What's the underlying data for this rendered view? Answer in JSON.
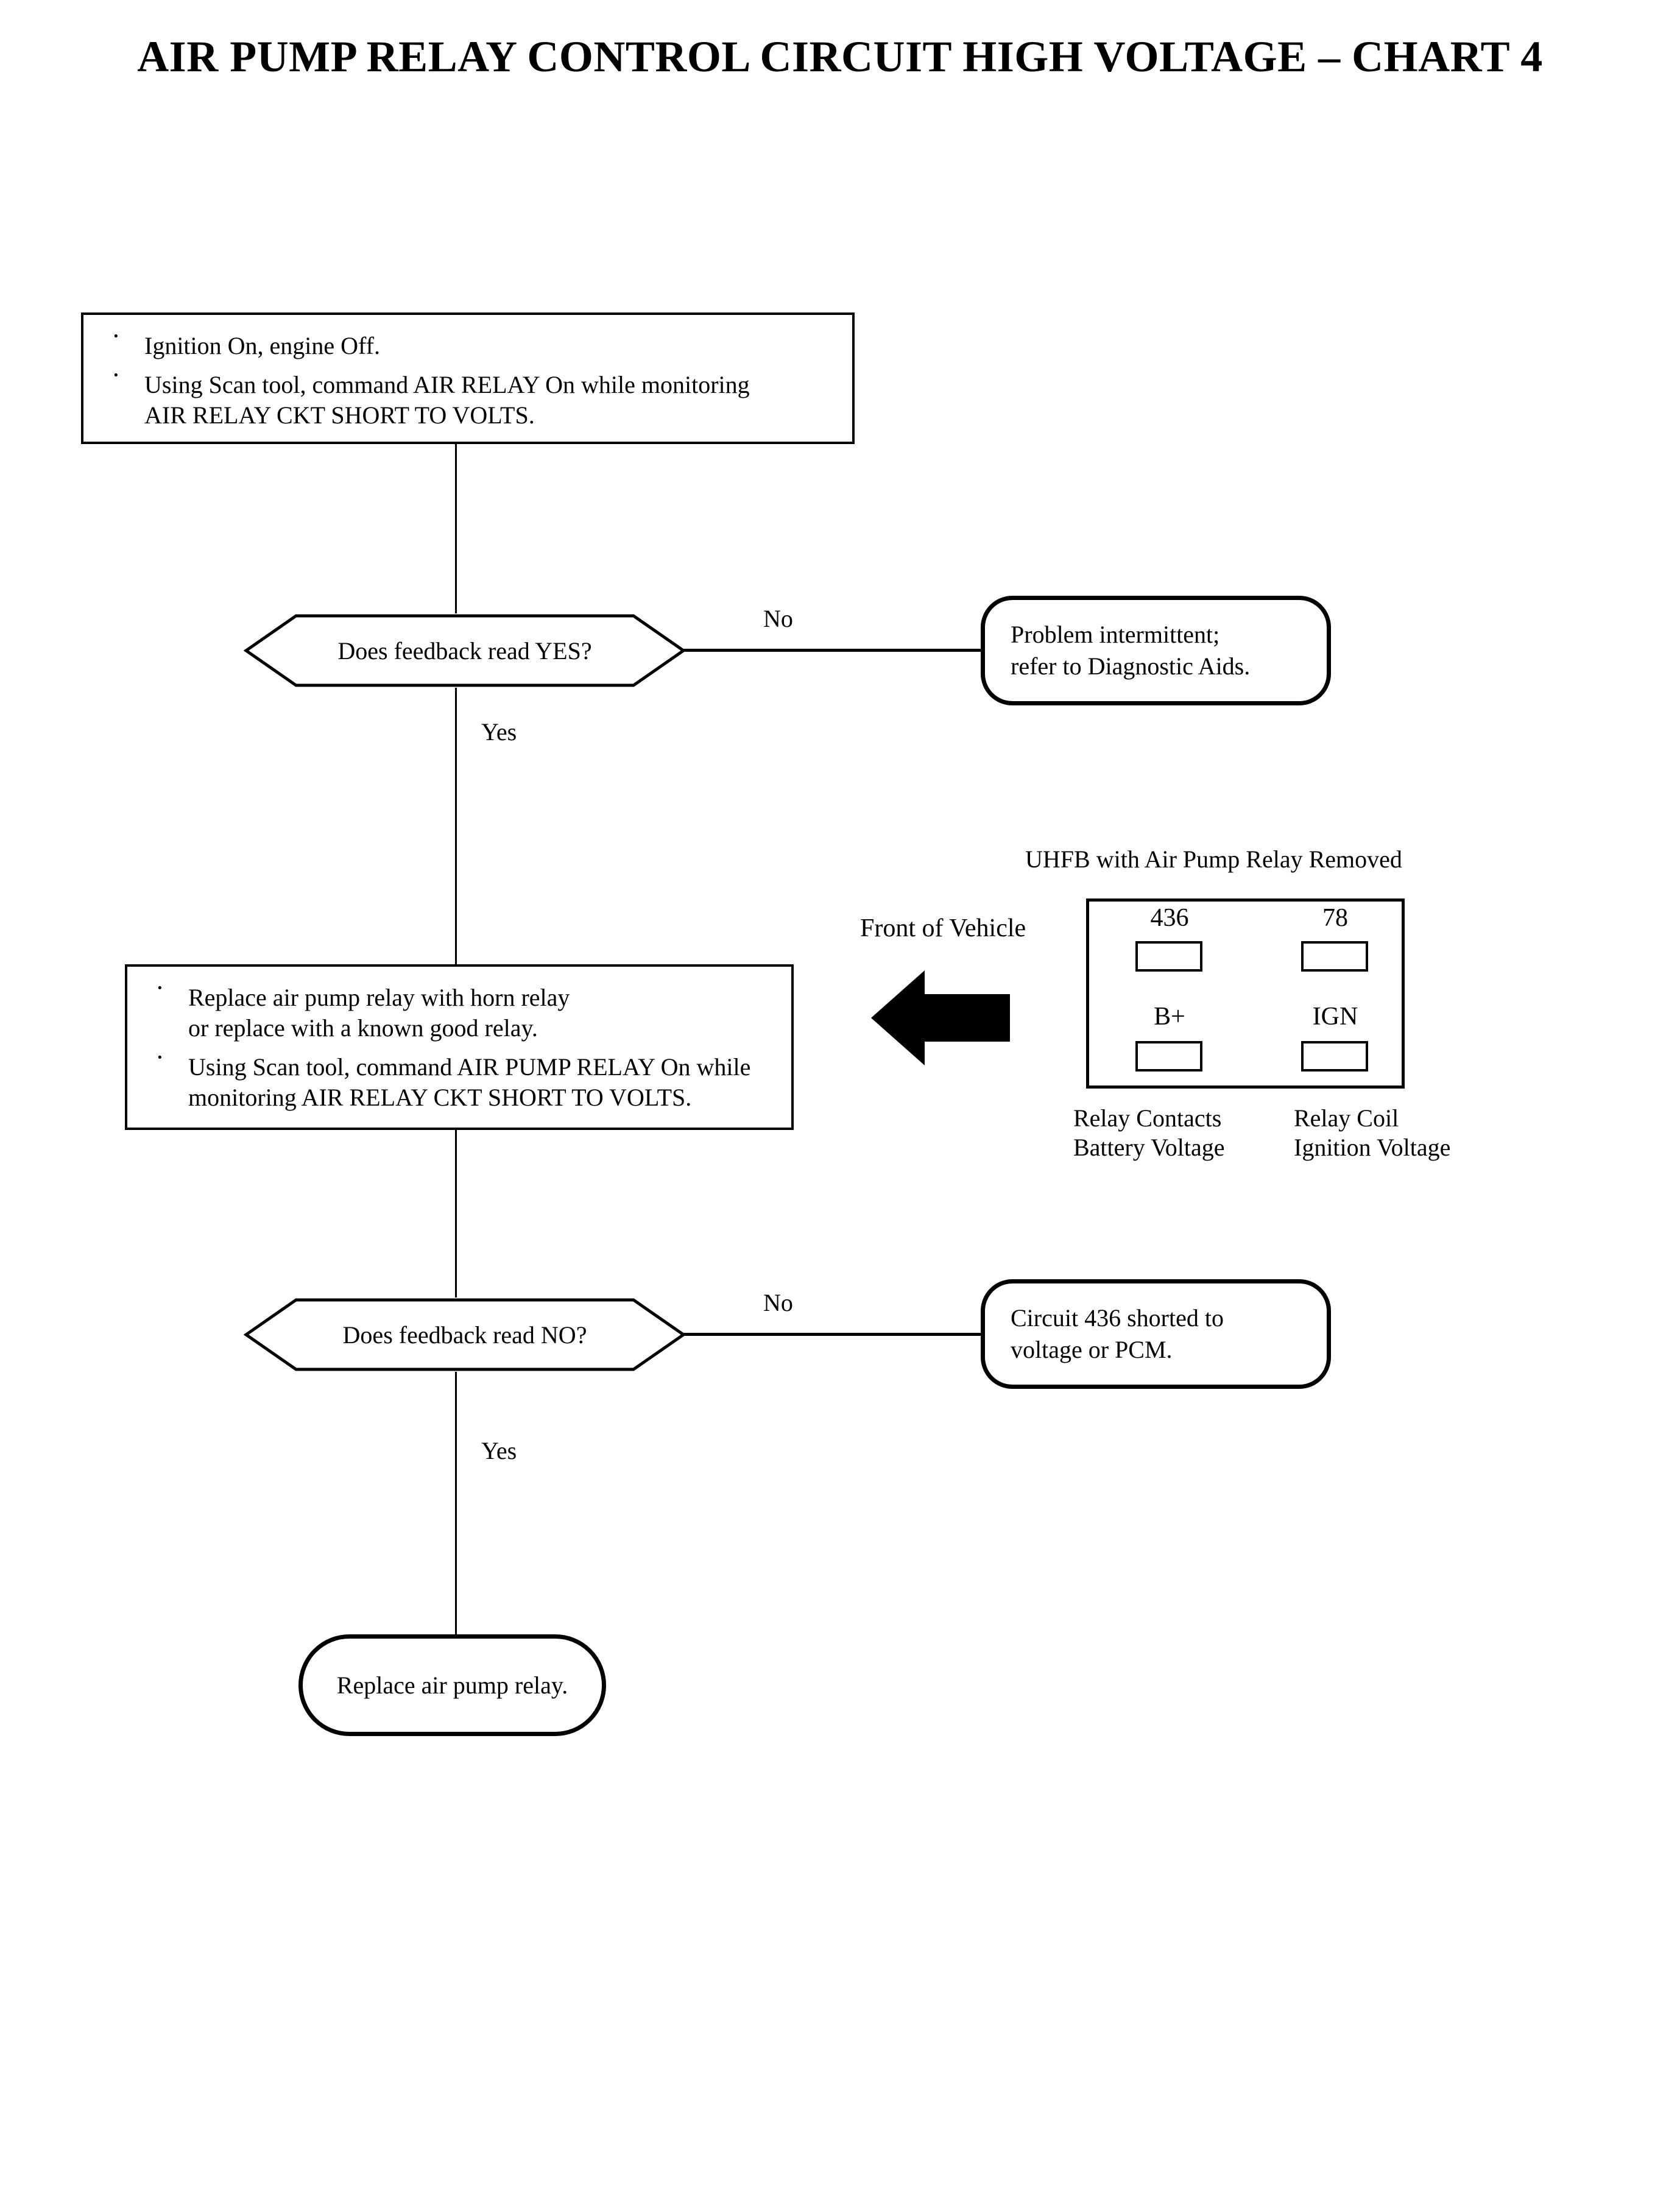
{
  "title": "AIR PUMP RELAY CONTROL CIRCUIT HIGH VOLTAGE – CHART 4",
  "steps": {
    "step1": {
      "bullet1": "Ignition On, engine Off.",
      "bullet2_line1": "Using Scan tool, command AIR RELAY On while monitoring",
      "bullet2_line2": "AIR RELAY CKT SHORT TO VOLTS."
    },
    "step2": {
      "bullet1_line1": "Replace air pump relay with horn relay",
      "bullet1_line2": "or replace with a known good relay.",
      "bullet2_line1": "Using Scan tool, command AIR PUMP RELAY On while",
      "bullet2_line2": "monitoring AIR RELAY CKT SHORT TO VOLTS."
    }
  },
  "decisions": {
    "decision1": {
      "question": "Does feedback read YES?",
      "no_label": "No",
      "yes_label": "Yes"
    },
    "decision2": {
      "question": "Does feedback read NO?",
      "no_label": "No",
      "yes_label": "Yes"
    }
  },
  "terminals": {
    "intermittent": {
      "line1": "Problem intermittent;",
      "line2": "refer to Diagnostic Aids."
    },
    "shorted": {
      "line1": "Circuit 436 shorted to",
      "line2": "voltage or PCM."
    },
    "replace_relay": {
      "line1": "Replace air pump relay."
    }
  },
  "uhfb": {
    "caption": "UHFB with Air Pump Relay Removed",
    "front_of_vehicle": "Front of Vehicle",
    "terminals": [
      {
        "name": "436",
        "position": "top-left"
      },
      {
        "name": "78",
        "position": "top-right"
      },
      {
        "name": "B+",
        "position": "bottom-left"
      },
      {
        "name": "IGN",
        "position": "bottom-right"
      }
    ],
    "footer_left_line1": "Relay Contacts",
    "footer_left_line2": "Battery Voltage",
    "footer_right_line1": "Relay Coil",
    "footer_right_line2": "Ignition Voltage"
  },
  "colors": {
    "stroke": "#000000",
    "background": "#ffffff"
  }
}
